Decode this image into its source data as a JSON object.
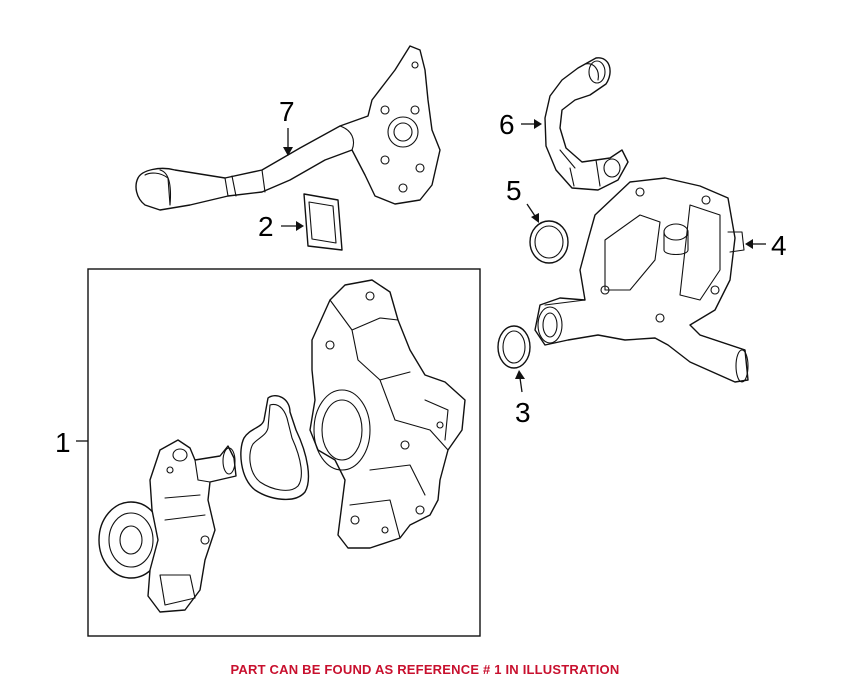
{
  "callouts": {
    "c1": "1",
    "c2": "2",
    "c3": "3",
    "c4": "4",
    "c5": "5",
    "c6": "6",
    "c7": "7"
  },
  "footer": {
    "note": "PART CAN BE FOUND AS REFERENCE # 1 IN ILLUSTRATION",
    "color": "#c8102e"
  },
  "colors": {
    "line": "#111111",
    "background": "#ffffff"
  }
}
